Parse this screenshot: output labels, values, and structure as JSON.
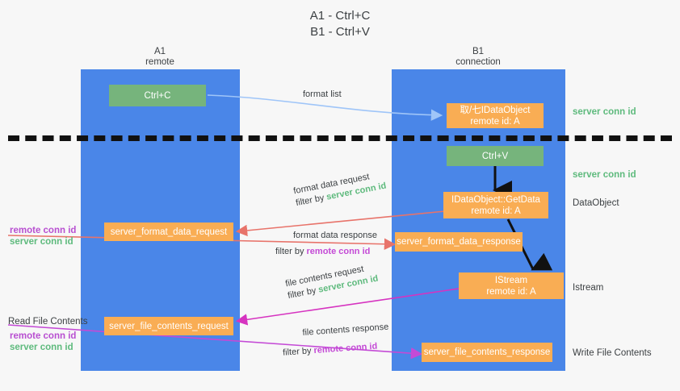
{
  "title": {
    "line1": "A1 - Ctrl+C",
    "line2": "B1 - Ctrl+V"
  },
  "lanes": [
    {
      "id": "left",
      "name": "A1",
      "role": "remote"
    },
    {
      "id": "right",
      "name": "B1",
      "role": "connection"
    }
  ],
  "boxes": {
    "ctrl_c": {
      "label": "Ctrl+C",
      "color": "#76b47c"
    },
    "idataobject_create": {
      "label": "取/七IDataObject",
      "sub": "remote id: A",
      "color": "#f9ad54"
    },
    "ctrl_v": {
      "label": "Ctrl+V",
      "color": "#76b47c"
    },
    "idataobject_getdata": {
      "label": "IDataObject::GetData",
      "sub": "remote id: A",
      "color": "#f9ad54"
    },
    "server_format_data_request": {
      "label": "server_format_data_request",
      "color": "#f9ad54"
    },
    "server_format_data_response": {
      "label": "server_format_data_response",
      "color": "#f9ad54"
    },
    "istream": {
      "label": "IStream",
      "sub": "remote id: A",
      "color": "#f9ad54"
    },
    "server_file_contents_request": {
      "label": "server_file_contents_request",
      "color": "#f9ad54"
    },
    "server_file_contents_response": {
      "label": "server_file_contents_response",
      "color": "#f9ad54"
    }
  },
  "edges": [
    {
      "id": "format_list",
      "label": "format list",
      "filter_prefix": "",
      "filter_key": "",
      "color": "#9fc5f8"
    },
    {
      "id": "format_data_request",
      "label": "format data request",
      "filter_prefix": "filter by ",
      "filter_key": "server conn id",
      "color": "#e8736a"
    },
    {
      "id": "format_data_response",
      "label": "format data response",
      "filter_prefix": "filter by ",
      "filter_key": "remote conn id",
      "color": "#e8736a"
    },
    {
      "id": "file_contents_request",
      "label": "file contents request",
      "filter_prefix": "filter by ",
      "filter_key": "server conn id",
      "color": "#d633c0"
    },
    {
      "id": "file_contents_response",
      "label": "file contents response",
      "filter_prefix": "filter by ",
      "filter_key": "remote conn id",
      "color": "#c44ad6"
    }
  ],
  "right_notes": [
    {
      "id": "server-conn-id-1",
      "text": "server conn id",
      "kind": "green"
    },
    {
      "id": "server-conn-id-2",
      "text": "server conn id",
      "kind": "green"
    },
    {
      "id": "dataobject",
      "text": "DataObject",
      "kind": "dark"
    },
    {
      "id": "istream",
      "text": "Istream",
      "kind": "dark"
    },
    {
      "id": "write-file",
      "text": "Write File Contents",
      "kind": "dark"
    }
  ],
  "left_notes": [
    {
      "id": "remote-conn-id-1",
      "text": "remote conn id",
      "kind": "purple"
    },
    {
      "id": "server-conn-id-3",
      "text": "server conn id",
      "kind": "green"
    },
    {
      "id": "read-file",
      "text": "Read File Contents",
      "kind": "dark"
    },
    {
      "id": "remote-conn-id-2",
      "text": "remote conn id",
      "kind": "purple"
    },
    {
      "id": "server-conn-id-4",
      "text": "server conn id",
      "kind": "green"
    }
  ],
  "colors": {
    "lane": "#4a86e8",
    "green_box": "#76b47c",
    "orange_box": "#f9ad54",
    "green_text": "#5eba7d",
    "purple_text": "#c44ad6",
    "background": "#f7f7f7",
    "dashed": "#111111"
  }
}
